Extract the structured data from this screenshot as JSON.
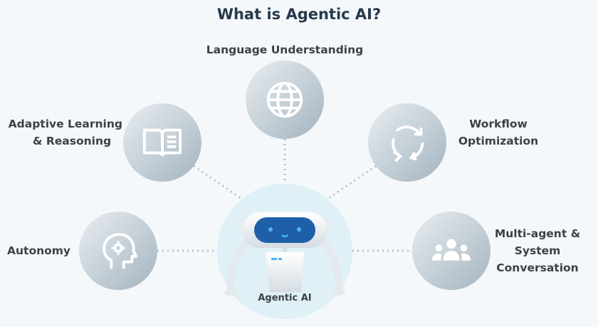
{
  "title": "What is Agentic AI?",
  "center": {
    "label": "Agentic AI",
    "icon": "robot-icon"
  },
  "nodes": [
    {
      "id": "language",
      "label": "Language Understanding",
      "icon": "globe-icon"
    },
    {
      "id": "adaptive",
      "label_line1": "Adaptive Learning",
      "label_line2": "& Reasoning",
      "icon": "book-icon"
    },
    {
      "id": "workflow",
      "label_line1": "Workflow",
      "label_line2": "Optimization",
      "icon": "refresh-icon"
    },
    {
      "id": "autonomy",
      "label": "Autonomy",
      "icon": "head-gear-icon"
    },
    {
      "id": "multiagent",
      "label_line1": "Multi-agent &",
      "label_line2": "System",
      "label_line3": "Conversation",
      "icon": "group-icon"
    }
  ],
  "colors": {
    "title": "#27394a",
    "robot_visor": "#1f5fa8",
    "robot_eyes": "#4fb3f0"
  }
}
